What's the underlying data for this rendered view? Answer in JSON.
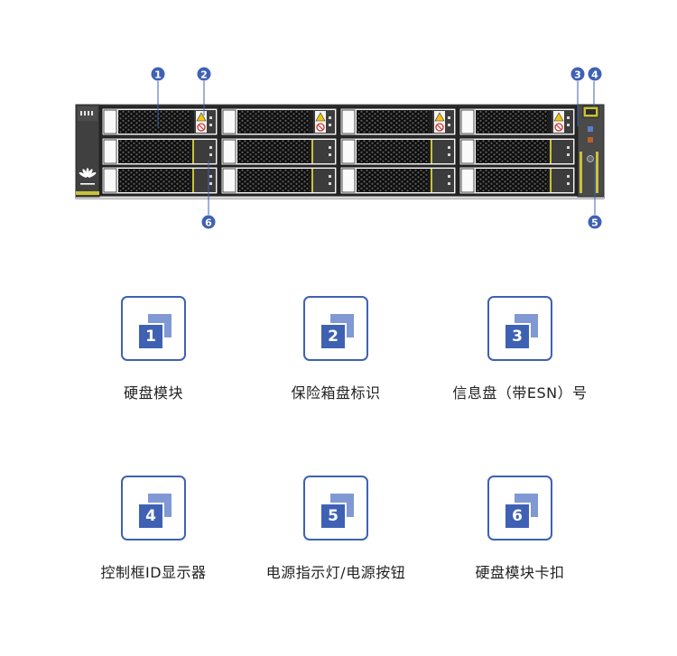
{
  "callouts": [
    {
      "number": "1"
    },
    {
      "number": "2"
    },
    {
      "number": "3"
    },
    {
      "number": "4"
    },
    {
      "number": "5"
    },
    {
      "number": "6"
    }
  ],
  "legend": [
    {
      "number": "1",
      "label": "硬盘模块"
    },
    {
      "number": "2",
      "label": "保险箱盘标识"
    },
    {
      "number": "3",
      "label": "信息盘（带ESN）号"
    },
    {
      "number": "4",
      "label": "控制框ID显示器"
    },
    {
      "number": "5",
      "label": "电源指示灯/电源按钮"
    },
    {
      "number": "6",
      "label": "硬盘模块卡扣"
    }
  ],
  "colors": {
    "callout": "#3f61b4",
    "legend_border": "#3f61b4",
    "legend_back_square": "#8099d4",
    "chassis": "#3a3a3a",
    "drive_latch": "#c9c23a"
  },
  "logo": "huawei-logo"
}
